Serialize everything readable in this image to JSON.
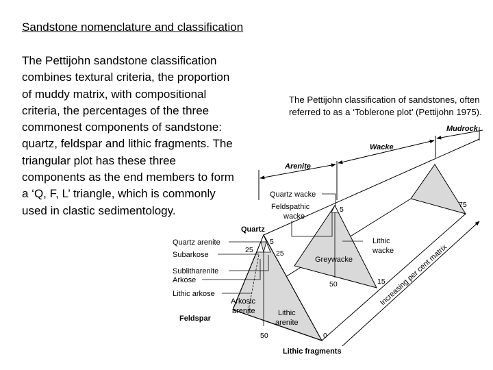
{
  "heading": "Sandstone nomenclature and classification",
  "paragraph": "The Pettijohn sandstone classification combines textural criteria, the proportion of muddy matrix, with compositional criteria, the percentages of the three commonest components of sandstone: quartz, feldspar and lithic fragments. The triangular plot has these three components as the end members to form a ‘Q, F, L’ triangle, which is commonly used in clastic sedimentology.",
  "caption": "The Pettijohn classification of sandstones, often referred to as a ‘Toblerone plot’ (Pettijohn 1975).",
  "diagram": {
    "ranges": {
      "mudrock": "Mudrock",
      "wacke": "Wacke",
      "arenite": "Arenite"
    },
    "vertices": {
      "quartz": "Quartz",
      "feldspar": "Feldspar",
      "lithic": "Lithic fragments"
    },
    "left_labels": {
      "quartz_arenite": "Quartz arenite",
      "subarkose": "Subarkose",
      "sublitharenite": "Sublitharenite",
      "arkose": "Arkose",
      "lithic_arkose": "Lithic arkose"
    },
    "fields": {
      "arkosic_arenite_1": "Arkosic",
      "arkosic_arenite_2": "arenite",
      "lithic_arenite_1": "Lithic",
      "lithic_arenite_2": "arenite",
      "greywacke": "Greywacke",
      "quartz_wacke": "Quartz wacke",
      "feldspathic_wacke_1": "Feldspathic",
      "feldspathic_wacke_2": "wacke",
      "lithic_wacke_1": "Lithic",
      "lithic_wacke_2": "wacke"
    },
    "numbers": {
      "a5": "5",
      "a25_left": "25",
      "a25_right": "25",
      "a50": "50",
      "a0": "0",
      "m5": "5",
      "m50": "50",
      "m15": "15",
      "m75": "75"
    },
    "axis_label": "Increasing per cent matrix"
  }
}
